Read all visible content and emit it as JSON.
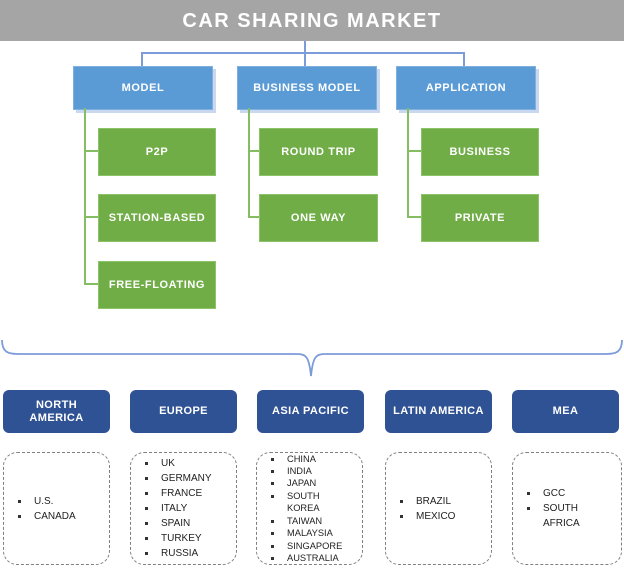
{
  "title": "CAR SHARING MARKET",
  "segments": [
    {
      "label": "MODEL",
      "children": [
        "P2P",
        "STATION-BASED",
        "FREE-FLOATING"
      ]
    },
    {
      "label": "BUSINESS MODEL",
      "children": [
        "ROUND TRIP",
        "ONE WAY"
      ]
    },
    {
      "label": "APPLICATION",
      "children": [
        "BUSINESS",
        "PRIVATE"
      ]
    }
  ],
  "regions": [
    {
      "label": "NORTH AMERICA",
      "countries": [
        "U.S.",
        "CANADA"
      ]
    },
    {
      "label": "EUROPE",
      "countries": [
        "UK",
        "GERMANY",
        "FRANCE",
        "ITALY",
        "SPAIN",
        "TURKEY",
        "RUSSIA"
      ]
    },
    {
      "label": "ASIA PACIFIC",
      "countries": [
        "CHINA",
        "INDIA",
        "JAPAN",
        "SOUTH KOREA",
        "TAIWAN",
        "MALAYSIA",
        "SINGAPORE",
        "AUSTRALIA"
      ]
    },
    {
      "label": "LATIN AMERICA",
      "countries": [
        "BRAZIL",
        "MEXICO"
      ]
    },
    {
      "label": "MEA",
      "countries": [
        "GCC",
        "SOUTH AFRICA"
      ]
    }
  ],
  "colors": {
    "header_bg": "#A5A5A5",
    "segment_bg": "#5B9BD5",
    "child_bg": "#70AD47",
    "region_bg": "#2F5294",
    "connector_blue": "#7C9CD9",
    "connector_green": "#85BD62",
    "list_text": "#1F1F1F",
    "background": "#FFFFFF"
  }
}
